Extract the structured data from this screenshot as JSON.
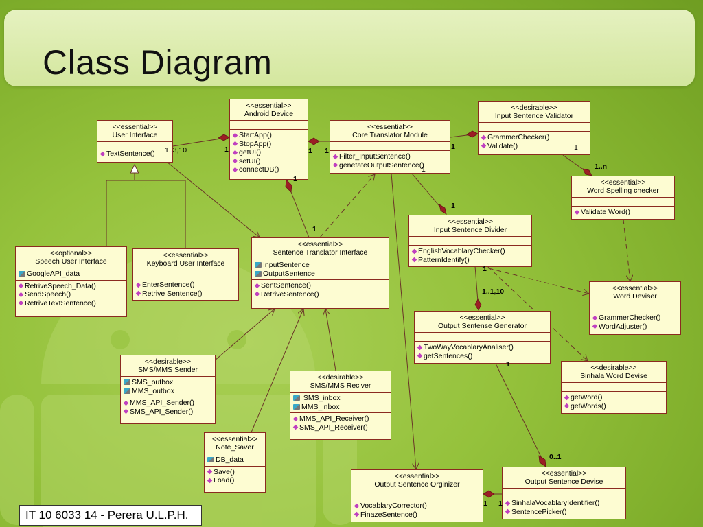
{
  "slide": {
    "title": "Class Diagram",
    "footer": "IT 10 6033 14 - Perera U.L.P.H."
  },
  "colors": {
    "box_fill": "#fdfcd2",
    "box_border": "#8b2a20",
    "background": "#95c23c"
  },
  "classes": {
    "user_interface": {
      "stereotype": "<<essential>>",
      "name": "User Interface",
      "attributes": [],
      "methods": [
        "TextSentence()"
      ]
    },
    "android_device": {
      "stereotype": "<<essential>>",
      "name": "Android Device",
      "attributes": [],
      "methods": [
        "StartApp()",
        "StopApp()",
        "getUI()",
        "setUI()",
        "connectDB()"
      ]
    },
    "core_translator": {
      "stereotype": "<<essential>>",
      "name": "Core Translator Module",
      "attributes": [],
      "methods": [
        "Filter_InputSentence()",
        "genetateOutputSentence()"
      ]
    },
    "input_validator": {
      "stereotype": "<<desirable>>",
      "name": "Input Sentence Validator",
      "attributes": [],
      "methods": [
        "GrammerChecker()",
        "Validate()"
      ]
    },
    "word_spelling": {
      "stereotype": "<<essential>>",
      "name": "Word Spelling checker",
      "attributes": [],
      "methods": [
        "Validate Word()"
      ]
    },
    "input_divider": {
      "stereotype": "<<essential>>",
      "name": "Input Sentence Divider",
      "attributes": [],
      "methods": [
        "EnglishVocablaryChecker()",
        "PatternIdentify()"
      ]
    },
    "speech_ui": {
      "stereotype": "<<optional>>",
      "name": "Speech User Interface",
      "attributes": [
        "GoogleAPI_data"
      ],
      "methods": [
        "RetriveSpeech_Data()",
        "SendSpeech()",
        "RetriveTextSentence()"
      ]
    },
    "keyboard_ui": {
      "stereotype": "<<essential>>",
      "name": "Keyboard User Interface",
      "attributes": [],
      "methods": [
        "EnterSentence()",
        "Retrive Sentence()"
      ]
    },
    "sentence_translator": {
      "stereotype": "<<essential>>",
      "name": "Sentence Translator Interface",
      "attributes": [
        "InputSentence",
        "OutputSentence"
      ],
      "methods": [
        "SentSentence()",
        "RetriveSentence()"
      ]
    },
    "word_deviser": {
      "stereotype": "<<essential>>",
      "name": "Word Deviser",
      "attributes": [],
      "methods": [
        "GrammerChecker()",
        "WordAdjuster()"
      ]
    },
    "output_generator": {
      "stereotype": "<<essential>>",
      "name": "Output Sentense Generator",
      "attributes": [],
      "methods": [
        "TwoWayVocablaryAnaliser()",
        "getSentences()"
      ]
    },
    "sinhala_word": {
      "stereotype": "<<desirable>>",
      "name": "Sinhala Word Devise",
      "attributes": [],
      "methods": [
        "getWord()",
        "getWords()"
      ]
    },
    "sms_sender": {
      "stereotype": "<<desirable>>",
      "name": "SMS/MMS Sender",
      "attributes": [
        "SMS_outbox",
        "MMS_outbox"
      ],
      "methods": [
        "MMS_API_Sender()",
        "SMS_API_Sender()"
      ]
    },
    "sms_receiver": {
      "stereotype": "<<desirable>>",
      "name": "SMS/MMS Reciver",
      "attributes": [
        " SMS_inbox",
        "MMS_inbox"
      ],
      "methods": [
        "MMS_API_Receiver()",
        "SMS_API_Receiver()"
      ]
    },
    "note_saver": {
      "stereotype": "<<essential>>",
      "name": "Note_Saver",
      "attributes": [
        "DB_data"
      ],
      "methods": [
        "Save()",
        "Load()"
      ]
    },
    "output_organizer": {
      "stereotype": "<<essential>>",
      "name": "Output Sentence Orginizer",
      "attributes": [],
      "methods": [
        "VocablaryCorrector()",
        "FinazeSentence()"
      ]
    },
    "output_devise": {
      "stereotype": "<<essential>>",
      "name": "Output Sentence Devise",
      "attributes": [],
      "methods": [
        "SinhalaVocablaryIdentifier()",
        "SentencePicker()"
      ]
    }
  },
  "multiplicities": {
    "ui_13_10": "1..3,10",
    "ui_ad_1": "1",
    "ad_ct_1a": "1",
    "ad_ct_1b": "1",
    "ct_v_1": "1",
    "v_1": "1",
    "v_1n": "1..n",
    "ct_d_1": "1",
    "ad_st_1a": "1",
    "ad_st_1b": "1",
    "ct_1": "1",
    "d_1": "1",
    "d_g": "1..1,10",
    "g_1": "1",
    "g_01": "0..1",
    "o_1a": "1",
    "o_1b": "1"
  }
}
